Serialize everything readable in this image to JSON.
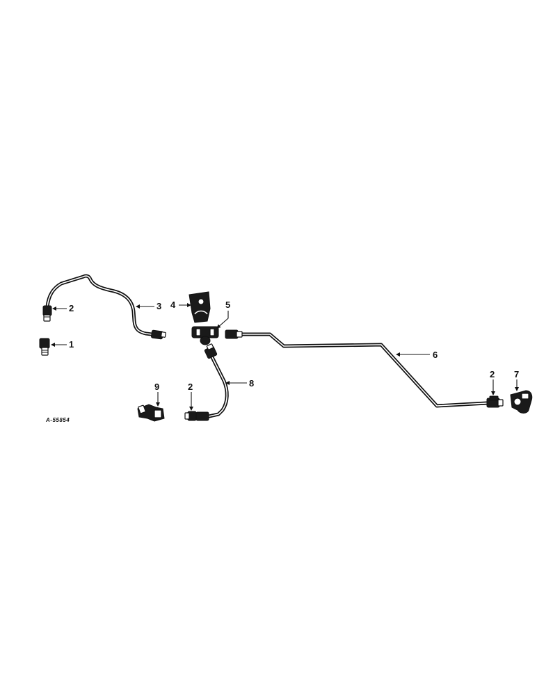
{
  "diagram": {
    "figure_id": "A-55854",
    "callouts": {
      "c1": "1",
      "c2a": "2",
      "c2b": "2",
      "c2c": "2",
      "c3": "3",
      "c4": "4",
      "c5": "5",
      "c6": "6",
      "c7": "7",
      "c8": "8",
      "c9": "9"
    }
  }
}
